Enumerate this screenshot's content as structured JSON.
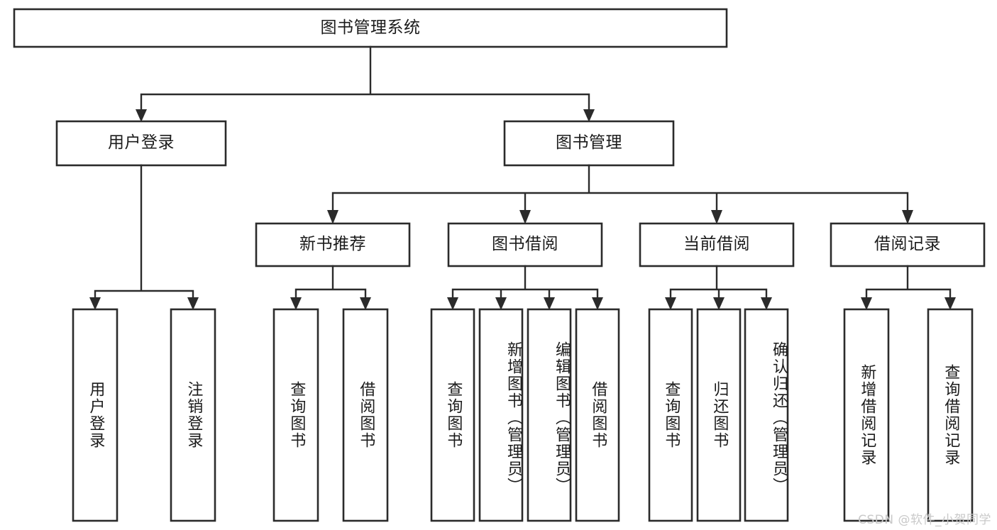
{
  "diagram": {
    "title": "图书管理系统",
    "type": "hierarchy-tree",
    "watermark": "CSDN @软件_小贺同学",
    "colors": {
      "box_stroke": "#2b2b2b",
      "box_fill": "#ffffff",
      "text": "#1b1b1b",
      "background": "#ffffff",
      "watermark": "#c9c9c9"
    },
    "nodes": {
      "root": {
        "label": "图书管理系统"
      },
      "level2": [
        {
          "label": "用户登录"
        },
        {
          "label": "图书管理"
        }
      ],
      "level3": [
        {
          "label": "新书推荐"
        },
        {
          "label": "图书借阅"
        },
        {
          "label": "当前借阅"
        },
        {
          "label": "借阅记录"
        }
      ],
      "leaves_user_login": [
        {
          "label": "用户登录"
        },
        {
          "label": "注销登录"
        }
      ],
      "leaves_new_book": [
        {
          "label": "查询图书"
        },
        {
          "label": "借阅图书"
        }
      ],
      "leaves_borrow": [
        {
          "label": "查询图书"
        },
        {
          "label": "新增图书（管理员）"
        },
        {
          "label": "编辑图书（管理员）"
        },
        {
          "label": "借阅图书"
        }
      ],
      "leaves_current": [
        {
          "label": "查询图书"
        },
        {
          "label": "归还图书"
        },
        {
          "label": "确认归还（管理员）"
        }
      ],
      "leaves_records": [
        {
          "label": "新增借阅记录"
        },
        {
          "label": "查询借阅记录"
        }
      ]
    }
  }
}
